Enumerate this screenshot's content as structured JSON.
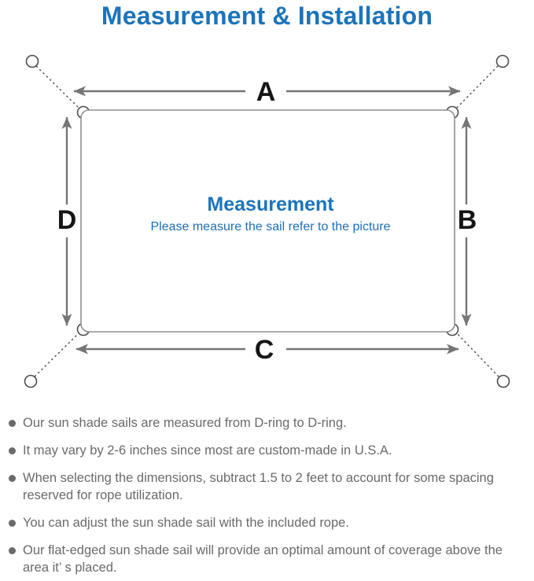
{
  "title": "Measurement & Installation",
  "diagram": {
    "center_title": "Measurement",
    "center_subtitle": "Please measure the sail refer to the picture",
    "dimension_labels": {
      "top": "A",
      "right": "B",
      "bottom": "C",
      "left": "D"
    },
    "colors": {
      "title_blue": "#1c74ba",
      "center_text_blue": "#1d6fb8",
      "dimension_label_black": "#151515",
      "arrow_gray": "#757575",
      "sail_outline_gray": "#8f8f8f",
      "ring_gray": "#4d4d4d",
      "note_text_gray": "#6a6a6a"
    }
  },
  "notes": {
    "items": [
      "Our sun shade sails are measured from D-ring to D-ring.",
      "It may vary by 2-6 inches since most are custom-made in U.S.A.",
      "When selecting the dimensions, subtract 1.5 to 2 feet to account for some spacing reserved for rope utilization.",
      "You can adjust the sun shade sail with the included rope.",
      "Our flat-edged sun shade sail will provide an optimal amount of coverage above the area it’ s placed."
    ]
  }
}
